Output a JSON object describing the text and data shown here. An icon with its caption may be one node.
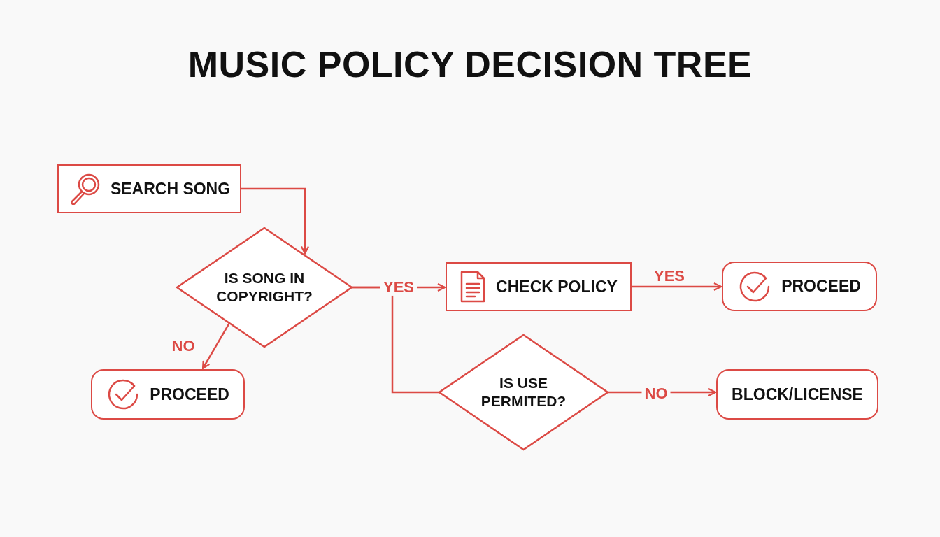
{
  "diagram": {
    "title": "MUSIC POLICY DECISION TREE",
    "nodes": [
      {
        "text": [
          "SEARCH SONG"
        ]
      },
      {
        "text": [
          "IS SONG IN COPYRIGHT?"
        ]
      },
      {
        "text": [
          "PROCEED"
        ]
      },
      {
        "text": [
          "CHECK POLICY"
        ]
      },
      {
        "text": [
          "PROCEED"
        ]
      },
      {
        "text": [
          "IS USE PERMITED?"
        ]
      },
      {
        "text": [
          "BLOCK/LICENSE"
        ]
      }
    ],
    "edges": [
      {
        "from": 0,
        "to": 1,
        "arrow": "to"
      },
      {
        "from": 1,
        "to": 2,
        "arrow": "to",
        "label": "NO"
      },
      {
        "from": 1,
        "to": 3,
        "arrow": "to",
        "label": "YES"
      },
      {
        "from": 1,
        "to": 5,
        "arrow": "none"
      },
      {
        "from": 3,
        "to": 4,
        "arrow": "to",
        "label": "YES"
      },
      {
        "from": 5,
        "to": 6,
        "arrow": "to",
        "label": "NO"
      }
    ]
  }
}
